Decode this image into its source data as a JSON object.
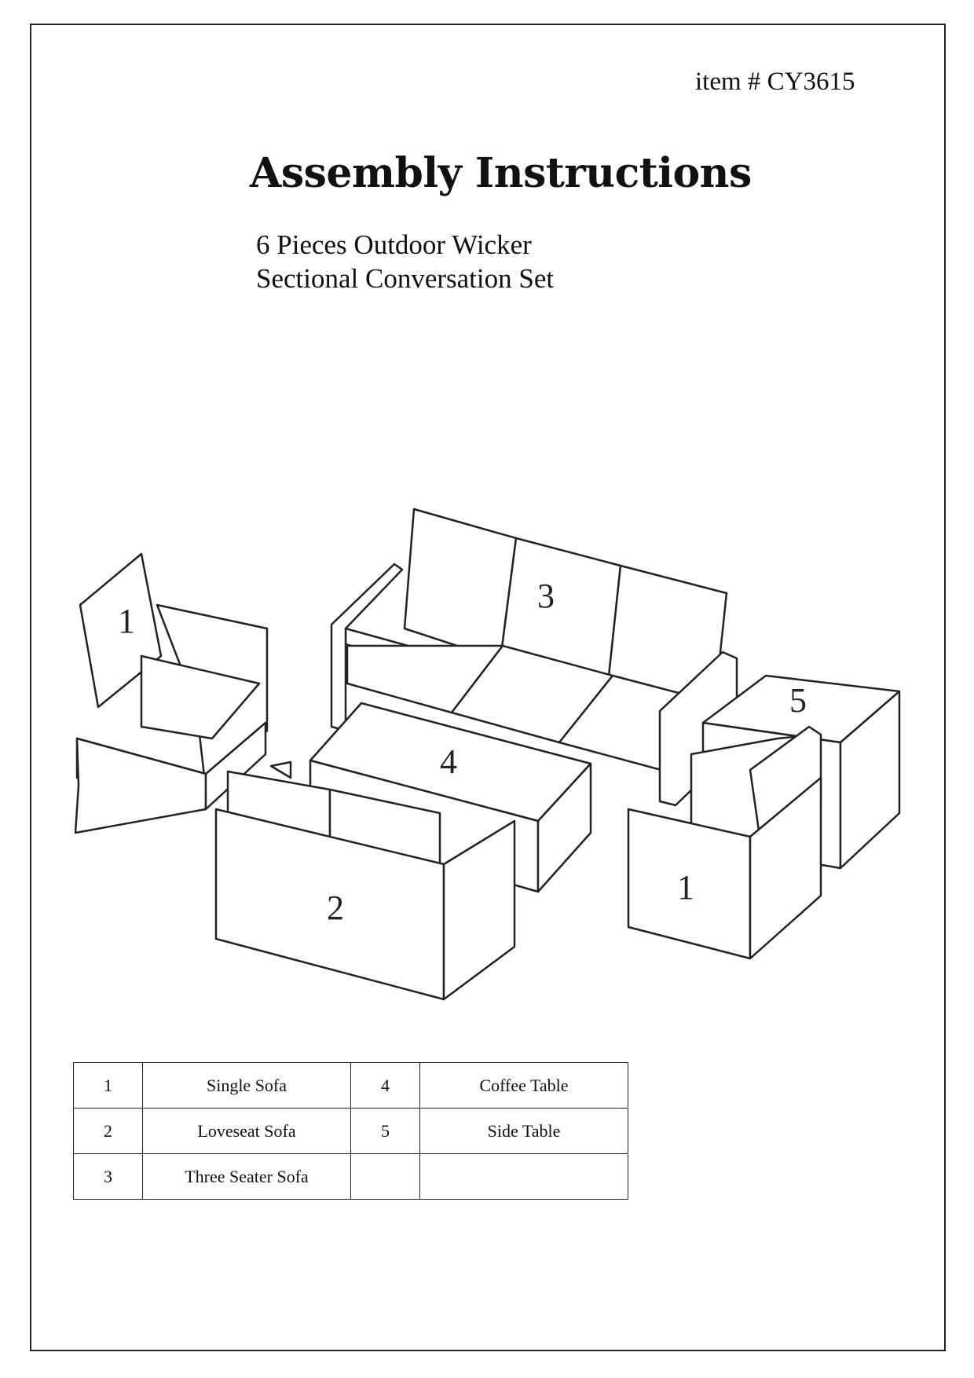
{
  "header": {
    "item_number": "item # CY3615",
    "title": "Assembly Instructions",
    "subtitle_line1": "6 Pieces Outdoor Wicker",
    "subtitle_line2": "Sectional Conversation Set"
  },
  "diagram": {
    "labels": [
      "1",
      "3",
      "5",
      "4",
      "1",
      "2"
    ]
  },
  "parts_table": {
    "rows": [
      {
        "num_a": "1",
        "name_a": "Single Sofa",
        "num_b": "4",
        "name_b": "Coffee Table"
      },
      {
        "num_a": "2",
        "name_a": "Loveseat Sofa",
        "num_b": "5",
        "name_b": "Side Table"
      },
      {
        "num_a": "3",
        "name_a": "Three Seater Sofa",
        "num_b": "",
        "name_b": ""
      }
    ]
  }
}
